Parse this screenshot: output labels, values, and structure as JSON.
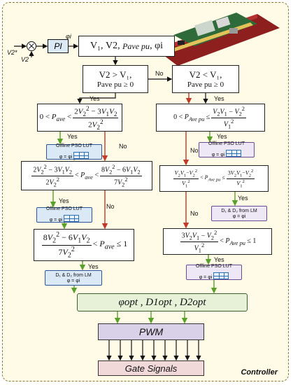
{
  "input_labels": {
    "v2_ref": "V2*",
    "v2": "V2",
    "pi": "PI",
    "phi": "φi"
  },
  "top_box": {
    "v1": "V₁,",
    "v2": "V2,",
    "p": "Pave pu",
    "phi": "φi"
  },
  "cond_left": {
    "line1": "V2 > V₁,",
    "line2": "Pave pu ≥ 0"
  },
  "cond_right": {
    "line1": "V2 < V₁,",
    "line2": "Pave pu ≥ 0"
  },
  "lut_blocks": {
    "offline": "Offline PSO LUT",
    "phi_eq": "φ = φi",
    "lm": "D₁ & D₂ from LM"
  },
  "labels": {
    "yes": "Yes",
    "no": "No"
  },
  "output_bar": "φopt , D1opt , D2opt",
  "pwm": "PWM",
  "gate": "Gate Signals",
  "controller": "Controller",
  "colors": {
    "arrow_green": "#5aa02c",
    "arrow_red": "#c0392b",
    "arrow_black": "#111111",
    "lut_blue": "#dbe9f7",
    "lut_purple": "#eee7f6",
    "bar_green": "#e6f1d8",
    "pwm_purple": "#d9d1e8",
    "gate_pink": "#f2d9d9"
  }
}
